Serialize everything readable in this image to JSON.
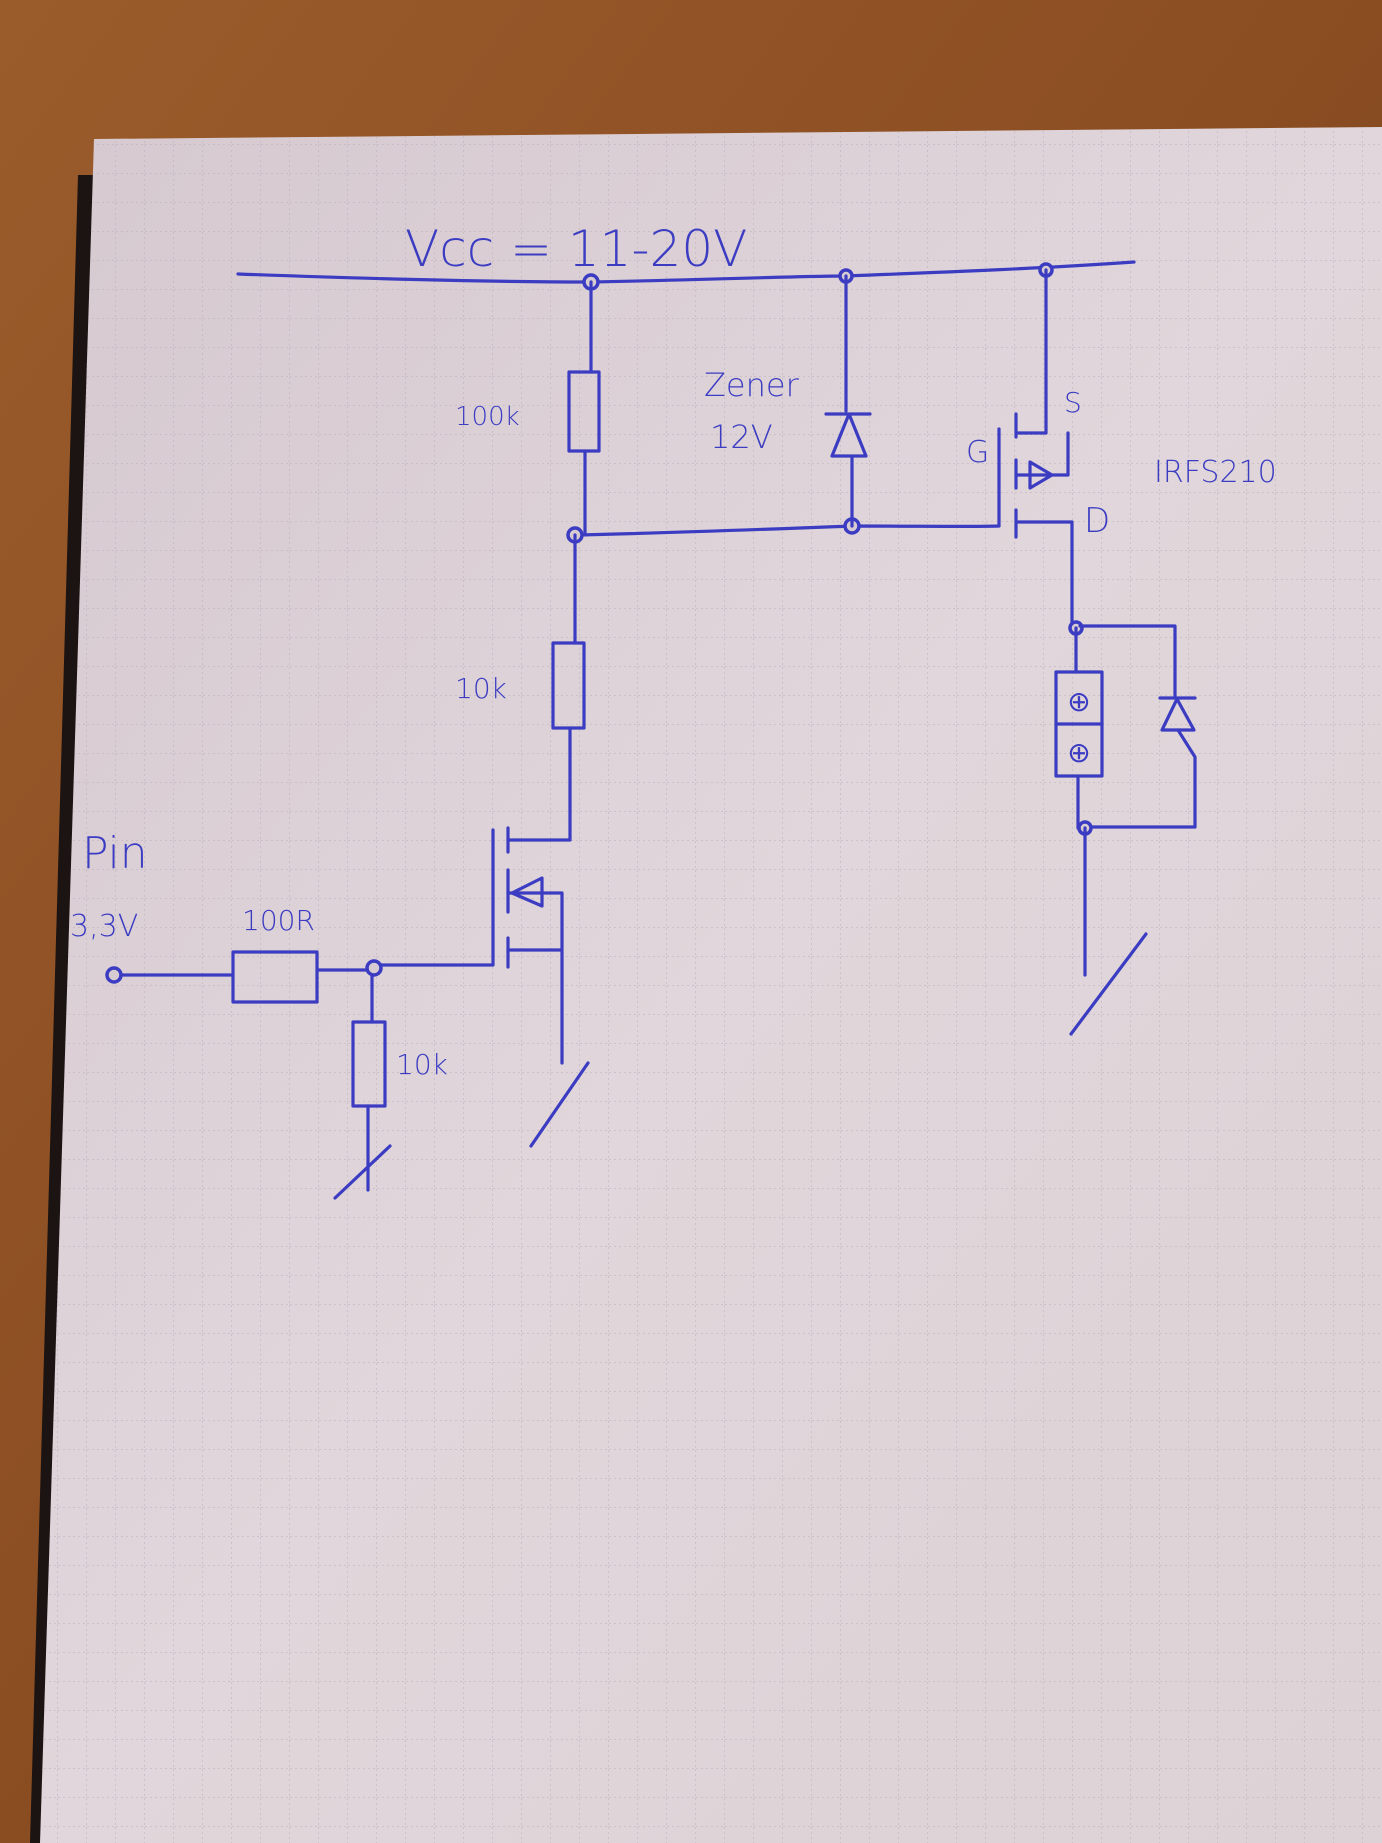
{
  "title": "Hand-drawn MOSFET switching circuit",
  "colors": {
    "ink": "#3b3cc2",
    "paper": "#dcd1d6",
    "wood": "#94562a"
  },
  "labels": {
    "vcc": "Vcc = 11-20V",
    "r_top": "100k",
    "zener_name": "Zener",
    "zener_value": "12V",
    "pmos_source": "S",
    "pmos_gate": "G",
    "pmos_drain": "D",
    "pmos_part": "IRFS210",
    "r_mid": "10k",
    "pin_name": "Pin",
    "pin_voltage": "3,3V",
    "r_input": "100R",
    "r_pulldown": "10k",
    "load_terminal_1": "⊕",
    "load_terminal_2": "⊕"
  }
}
